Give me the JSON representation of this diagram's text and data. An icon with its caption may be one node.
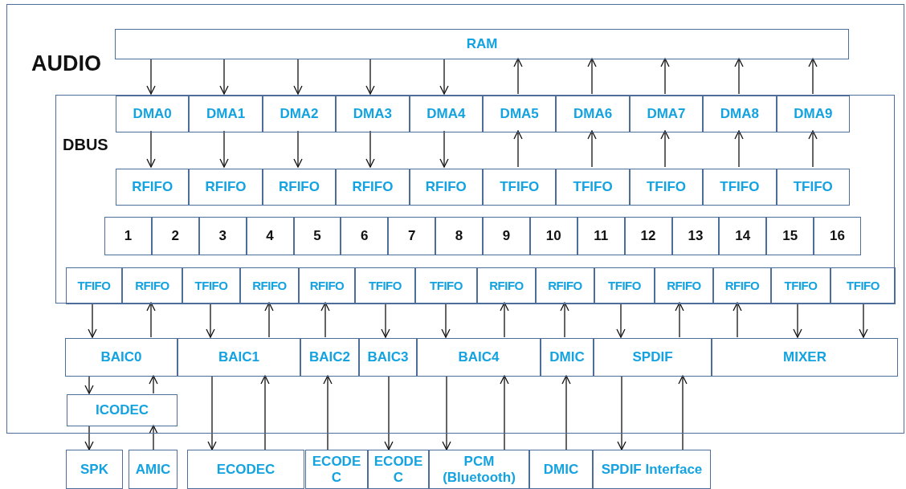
{
  "diagram": {
    "nodes": [
      {
        "text": [
          "AUDIO"
        ]
      },
      {
        "text": [
          "RAM"
        ],
        "in": 0
      },
      {
        "text": [
          "DBUS"
        ],
        "in": 0
      },
      {
        "text": [
          "DMA0"
        ],
        "in": 2
      },
      {
        "text": [
          "DMA1"
        ],
        "in": 2
      },
      {
        "text": [
          "DMA2"
        ],
        "in": 2
      },
      {
        "text": [
          "DMA3"
        ],
        "in": 2
      },
      {
        "text": [
          "DMA4"
        ],
        "in": 2
      },
      {
        "text": [
          "DMA5"
        ],
        "in": 2
      },
      {
        "text": [
          "DMA6"
        ],
        "in": 2
      },
      {
        "text": [
          "DMA7"
        ],
        "in": 2
      },
      {
        "text": [
          "DMA8"
        ],
        "in": 2
      },
      {
        "text": [
          "DMA9"
        ],
        "in": 2
      },
      {
        "text": [
          "RFIFO"
        ],
        "in": 2
      },
      {
        "text": [
          "RFIFO"
        ],
        "in": 2
      },
      {
        "text": [
          "RFIFO"
        ],
        "in": 2
      },
      {
        "text": [
          "RFIFO"
        ],
        "in": 2
      },
      {
        "text": [
          "RFIFO"
        ],
        "in": 2
      },
      {
        "text": [
          "TFIFO"
        ],
        "in": 2
      },
      {
        "text": [
          "TFIFO"
        ],
        "in": 2
      },
      {
        "text": [
          "TFIFO"
        ],
        "in": 2
      },
      {
        "text": [
          "TFIFO"
        ],
        "in": 2
      },
      {
        "text": [
          "TFIFO"
        ],
        "in": 2
      },
      {
        "text": [
          "1"
        ],
        "in": 2
      },
      {
        "text": [
          "2"
        ],
        "in": 2
      },
      {
        "text": [
          "3"
        ],
        "in": 2
      },
      {
        "text": [
          "4"
        ],
        "in": 2
      },
      {
        "text": [
          "5"
        ],
        "in": 2
      },
      {
        "text": [
          "6"
        ],
        "in": 2
      },
      {
        "text": [
          "7"
        ],
        "in": 2
      },
      {
        "text": [
          "8"
        ],
        "in": 2
      },
      {
        "text": [
          "9"
        ],
        "in": 2
      },
      {
        "text": [
          "10"
        ],
        "in": 2
      },
      {
        "text": [
          "11"
        ],
        "in": 2
      },
      {
        "text": [
          "12"
        ],
        "in": 2
      },
      {
        "text": [
          "13"
        ],
        "in": 2
      },
      {
        "text": [
          "14"
        ],
        "in": 2
      },
      {
        "text": [
          "15"
        ],
        "in": 2
      },
      {
        "text": [
          "16"
        ],
        "in": 2
      },
      {
        "text": [
          "TFIFO"
        ],
        "in": 2
      },
      {
        "text": [
          "RFIFO"
        ],
        "in": 2
      },
      {
        "text": [
          "TFIFO"
        ],
        "in": 2
      },
      {
        "text": [
          "RFIFO"
        ],
        "in": 2
      },
      {
        "text": [
          "RFIFO"
        ],
        "in": 2
      },
      {
        "text": [
          "TFIFO"
        ],
        "in": 2
      },
      {
        "text": [
          "TFIFO"
        ],
        "in": 2
      },
      {
        "text": [
          "RFIFO"
        ],
        "in": 2
      },
      {
        "text": [
          "RFIFO"
        ],
        "in": 2
      },
      {
        "text": [
          "TFIFO"
        ],
        "in": 2
      },
      {
        "text": [
          "RFIFO"
        ],
        "in": 2
      },
      {
        "text": [
          "RFIFO"
        ],
        "in": 2
      },
      {
        "text": [
          "TFIFO"
        ],
        "in": 2
      },
      {
        "text": [
          "TFIFO"
        ],
        "in": 2
      },
      {
        "text": [
          "BAIC0"
        ],
        "in": 0
      },
      {
        "text": [
          "BAIC1"
        ],
        "in": 0
      },
      {
        "text": [
          "BAIC2"
        ],
        "in": 0
      },
      {
        "text": [
          "BAIC3"
        ],
        "in": 0
      },
      {
        "text": [
          "BAIC4"
        ],
        "in": 0
      },
      {
        "text": [
          "DMIC"
        ],
        "in": 0
      },
      {
        "text": [
          "SPDIF"
        ],
        "in": 0
      },
      {
        "text": [
          "MIXER"
        ],
        "in": 0
      },
      {
        "text": [
          "ICODEC"
        ],
        "in": 0
      },
      {
        "text": [
          "SPK"
        ]
      },
      {
        "text": [
          "AMIC"
        ]
      },
      {
        "text": [
          "ECODEC"
        ]
      },
      {
        "text": [
          "ECODE C"
        ]
      },
      {
        "text": [
          "ECODE C"
        ]
      },
      {
        "text": [
          "PCM (Bluetooth)"
        ]
      },
      {
        "text": [
          "DMIC"
        ]
      },
      {
        "text": [
          "SPDIF Interface"
        ]
      }
    ],
    "edges": [
      {
        "from": 1,
        "to": 3,
        "arrow": "to"
      },
      {
        "from": 1,
        "to": 4,
        "arrow": "to"
      },
      {
        "from": 1,
        "to": 5,
        "arrow": "to"
      },
      {
        "from": 1,
        "to": 6,
        "arrow": "to"
      },
      {
        "from": 1,
        "to": 7,
        "arrow": "to"
      },
      {
        "from": 8,
        "to": 1,
        "arrow": "to"
      },
      {
        "from": 9,
        "to": 1,
        "arrow": "to"
      },
      {
        "from": 10,
        "to": 1,
        "arrow": "to"
      },
      {
        "from": 11,
        "to": 1,
        "arrow": "to"
      },
      {
        "from": 12,
        "to": 1,
        "arrow": "to"
      },
      {
        "from": 3,
        "to": 13,
        "arrow": "to"
      },
      {
        "from": 4,
        "to": 14,
        "arrow": "to"
      },
      {
        "from": 5,
        "to": 15,
        "arrow": "to"
      },
      {
        "from": 6,
        "to": 16,
        "arrow": "to"
      },
      {
        "from": 7,
        "to": 17,
        "arrow": "to"
      },
      {
        "from": 18,
        "to": 8,
        "arrow": "to"
      },
      {
        "from": 19,
        "to": 9,
        "arrow": "to"
      },
      {
        "from": 20,
        "to": 10,
        "arrow": "to"
      },
      {
        "from": 21,
        "to": 11,
        "arrow": "to"
      },
      {
        "from": 22,
        "to": 12,
        "arrow": "to"
      },
      {
        "from": 39,
        "to": 53,
        "arrow": "to"
      },
      {
        "from": 53,
        "to": 40,
        "arrow": "to"
      },
      {
        "from": 41,
        "to": 54,
        "arrow": "to"
      },
      {
        "from": 54,
        "to": 42,
        "arrow": "to"
      },
      {
        "from": 55,
        "to": 43,
        "arrow": "to"
      },
      {
        "from": 44,
        "to": 56,
        "arrow": "to"
      },
      {
        "from": 45,
        "to": 57,
        "arrow": "to"
      },
      {
        "from": 57,
        "to": 46,
        "arrow": "to"
      },
      {
        "from": 58,
        "to": 47,
        "arrow": "to"
      },
      {
        "from": 48,
        "to": 59,
        "arrow": "to"
      },
      {
        "from": 59,
        "to": 49,
        "arrow": "to"
      },
      {
        "from": 60,
        "to": 50,
        "arrow": "to"
      },
      {
        "from": 51,
        "to": 60,
        "arrow": "to"
      },
      {
        "from": 52,
        "to": 60,
        "arrow": "to"
      },
      {
        "from": 53,
        "to": 61,
        "arrow": "to"
      },
      {
        "from": 61,
        "to": 53,
        "arrow": "to"
      },
      {
        "from": 61,
        "to": 62,
        "arrow": "to"
      },
      {
        "from": 63,
        "to": 61,
        "arrow": "to"
      },
      {
        "from": 54,
        "to": 64,
        "arrow": "to"
      },
      {
        "from": 64,
        "to": 54,
        "arrow": "to"
      },
      {
        "from": 65,
        "to": 55,
        "arrow": "to"
      },
      {
        "from": 56,
        "to": 66,
        "arrow": "to"
      },
      {
        "from": 57,
        "to": 67,
        "arrow": "to"
      },
      {
        "from": 67,
        "to": 57,
        "arrow": "to"
      },
      {
        "from": 68,
        "to": 58,
        "arrow": "to"
      },
      {
        "from": 59,
        "to": 69,
        "arrow": "to"
      },
      {
        "from": 69,
        "to": 59,
        "arrow": "to"
      }
    ]
  }
}
